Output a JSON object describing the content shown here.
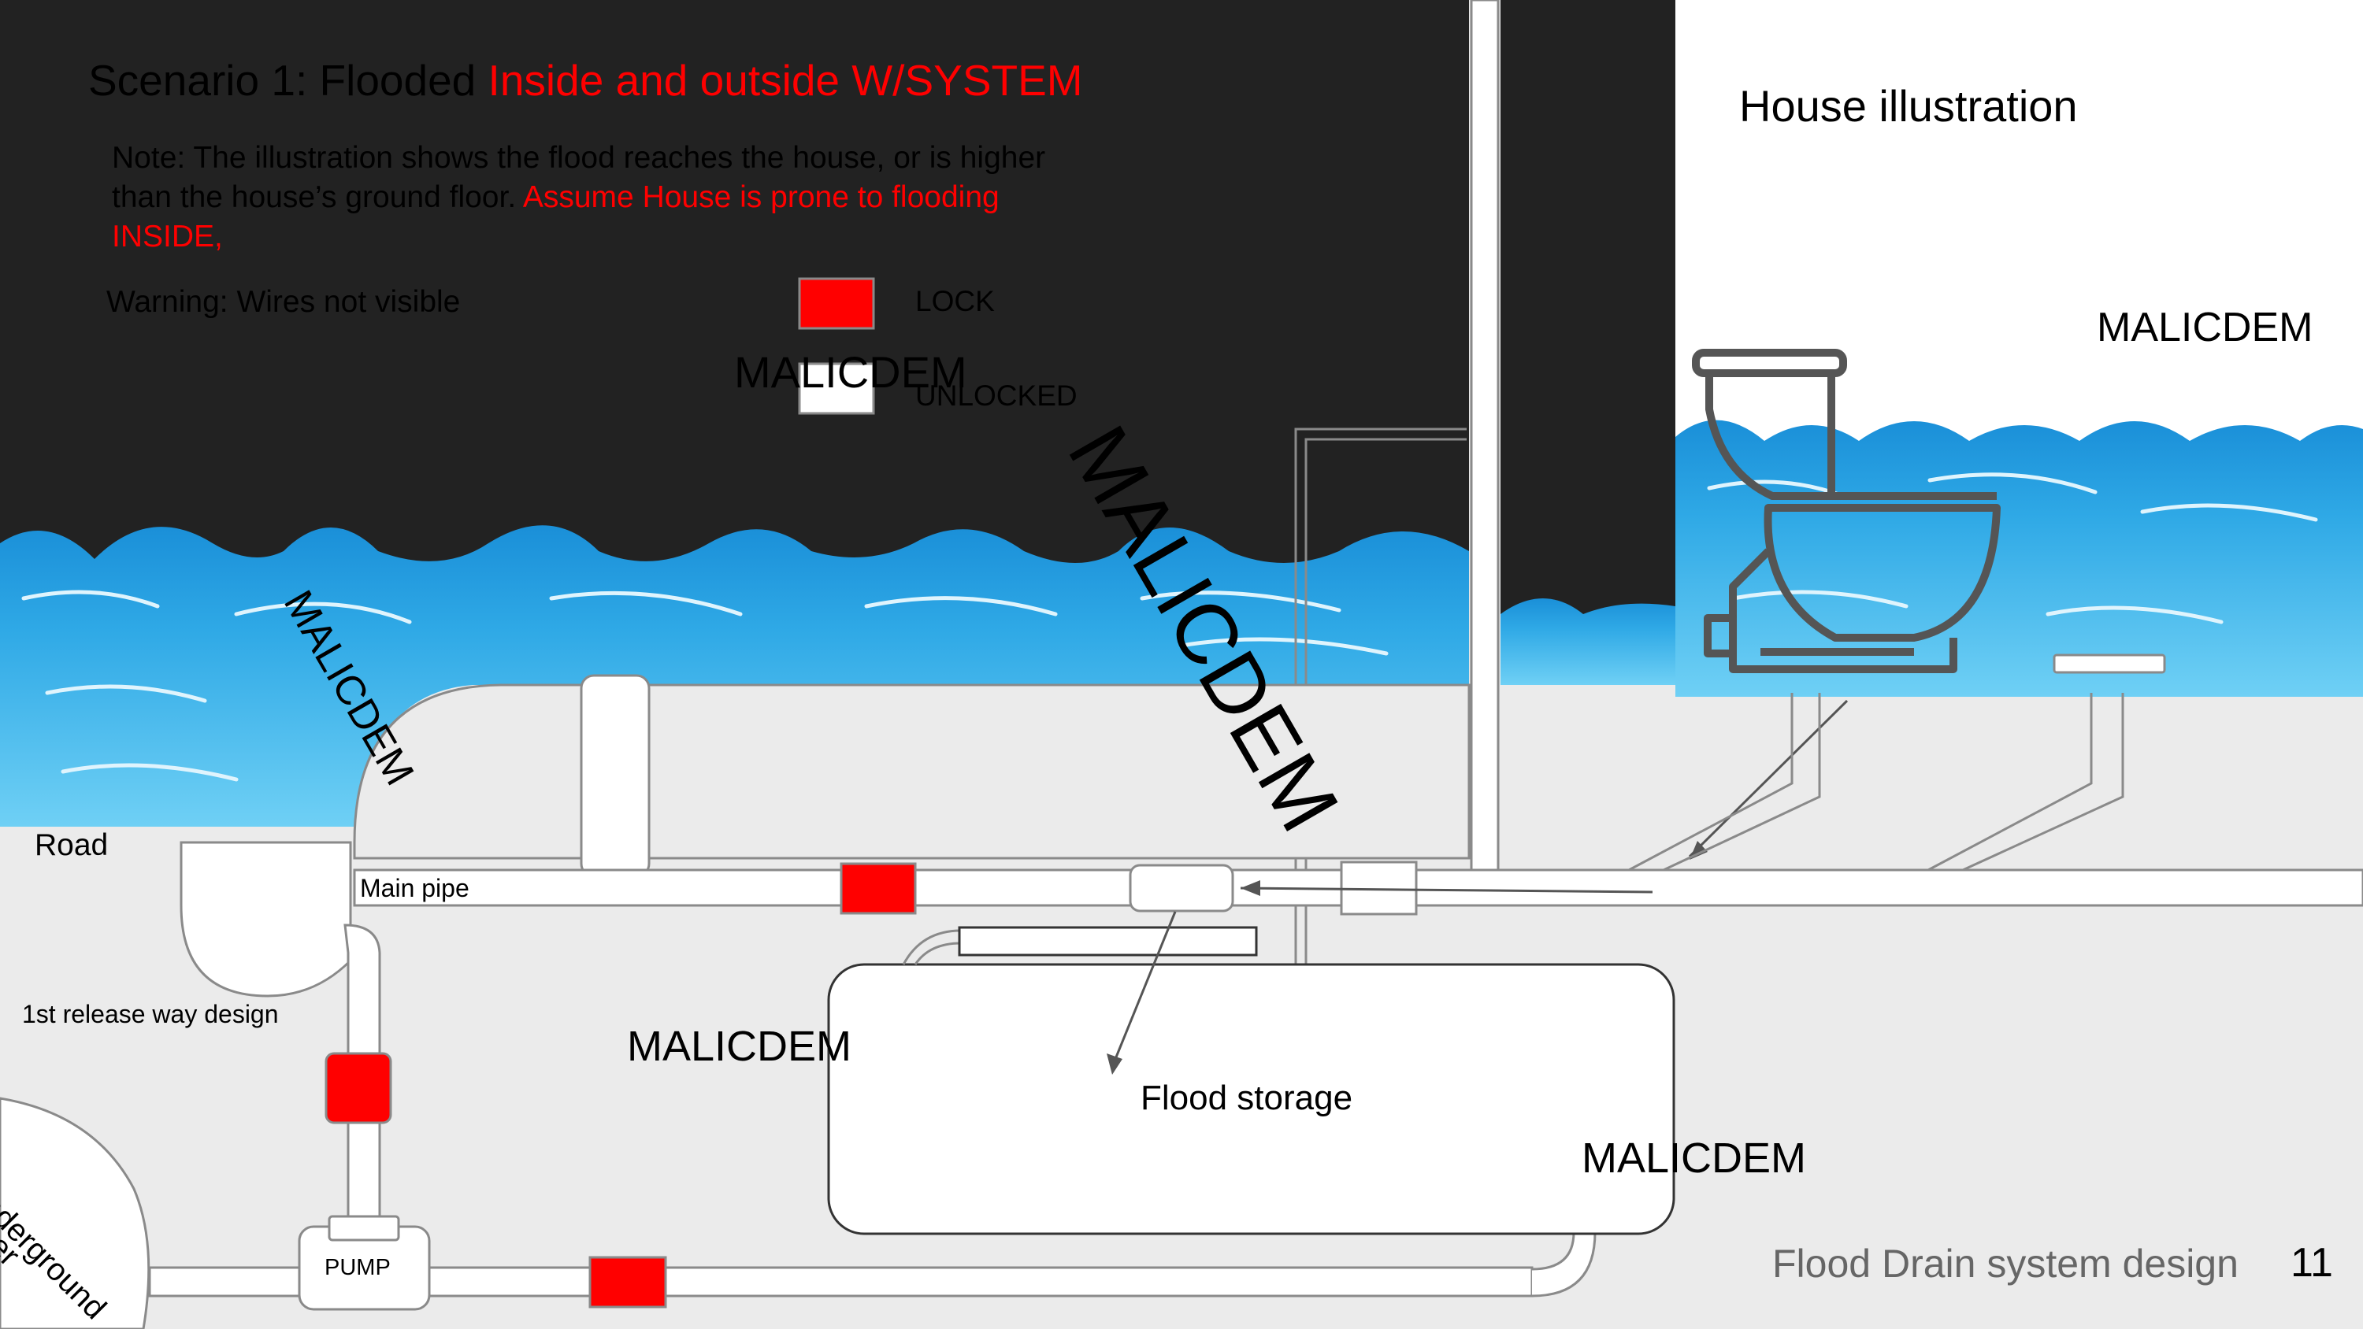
{
  "title": {
    "prefix": "Scenario 1: Flooded ",
    "highlight": "Inside and outside W/SYSTEM"
  },
  "note": {
    "line1": "Note: The illustration shows the flood reaches the house, or is higher",
    "line2_prefix": "than the house’s ground floor. ",
    "line2_highlight": "Assume House is prone to flooding",
    "line3": "INSIDE,"
  },
  "warning": "Warning: Wires not visible",
  "legend": {
    "lock_label": "LOCK",
    "unlocked_label": "UNLOCKED",
    "lock_color": "#ff0000",
    "unlocked_color": "#ffffff"
  },
  "house_title": "House illustration",
  "labels": {
    "road": "Road",
    "main_pipe": "Main pipe",
    "release_way": "1st release way design",
    "pump": "PUMP",
    "flood_storage": "Flood storage",
    "underground_line1": "Underground",
    "underground_line2": "wer"
  },
  "watermarks": [
    "MALICDEM",
    "MALICDEM",
    "MALICDEM",
    "MALICDEM",
    "MALICDEM",
    "MALICDEM"
  ],
  "footer": {
    "caption": "Flood Drain system design",
    "page_number": "11"
  },
  "colors": {
    "night_sky": "#222222",
    "ground": "#ebebeb",
    "water_light": "#5ec8f2",
    "water_dark": "#1590d6",
    "pipe_stroke": "#8a8a8a",
    "lock_red": "#ff0000",
    "text_red": "#ff0000",
    "footer_gray": "#666666",
    "toilet_gray": "#555555"
  }
}
